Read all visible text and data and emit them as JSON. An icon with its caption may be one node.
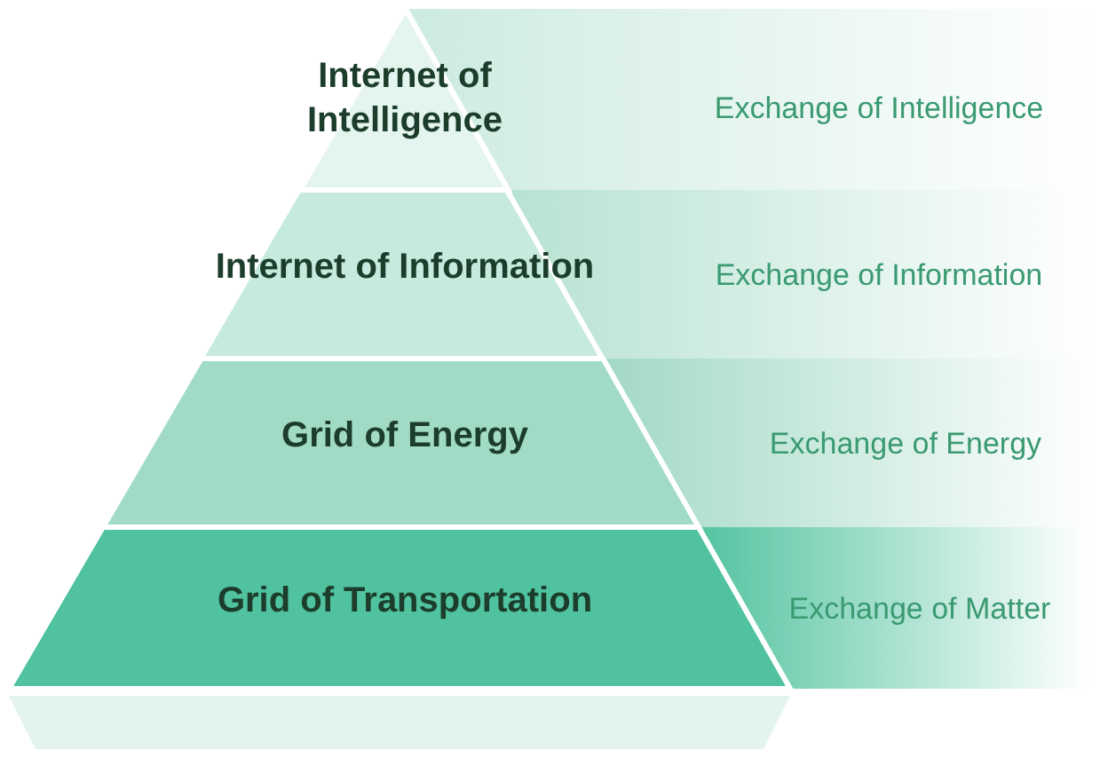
{
  "diagram": {
    "nodes": [
      {
        "text": [
          "Internet of Intelligence"
        ]
      },
      {
        "text": [
          "Internet of Information"
        ]
      },
      {
        "text": [
          "Grid of Energy"
        ]
      },
      {
        "text": [
          "Grid of Transportation"
        ]
      },
      {
        "text": [
          "Exchange of Intelligence"
        ]
      },
      {
        "text": [
          "Exchange of Information"
        ]
      },
      {
        "text": [
          "Exchange of Energy"
        ]
      },
      {
        "text": [
          "Exchange of Matter"
        ]
      },
      {
        "text": [],
        "shape": "bar"
      }
    ]
  }
}
